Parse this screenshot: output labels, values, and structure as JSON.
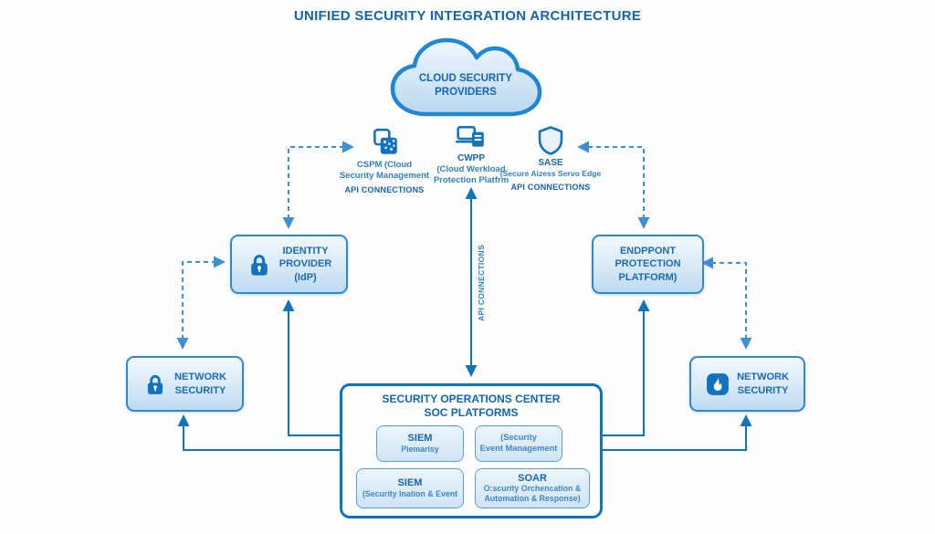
{
  "title": "UNIFIED SECURITY INTEGRATION ARCHITECTURE",
  "cloud": {
    "label": "CLOUD SECURITY\nPROVIDERS"
  },
  "providers": {
    "cspm": {
      "line1": "CSPM (Cloud",
      "line2": "Security Management",
      "api_label": "API CONNECTIONS"
    },
    "cwpp": {
      "title": "CWPP",
      "line1": "(Cloud Werkload",
      "line2": "Protection Platfrm"
    },
    "sase": {
      "title": "SASE",
      "line1": "(Secure Aizess Servo Edge",
      "api_label": "API CONNECTIONS"
    }
  },
  "api_vertical_label": "API CONNECTIONS",
  "nodes": {
    "idp": {
      "label": "IDENTITY\nPROVIDER\n(IdP)"
    },
    "epp": {
      "label": "ENDPPONT\nPROTECTION\nPLATFORM)"
    },
    "network_left": {
      "label": "NETWORK\nSECURITY"
    },
    "network_right": {
      "label": "NETWORK\nSECURITY"
    }
  },
  "soc": {
    "title": "SECURITY OPERATIONS CENTER\nSOC PLATFORMS",
    "siem_top": {
      "title": "SIEM",
      "subtitle": "Piemarisy"
    },
    "event_mgmt": {
      "label": "(Security\nEvent Management"
    },
    "siem_bottom": {
      "title": "SIEM",
      "subtitle": "(Security Ination & Event"
    },
    "soar": {
      "title": "SOAR",
      "subtitle": "O:scurity Orchencation &\nAutomation & Response)"
    }
  },
  "colors": {
    "primary_line": "#1173bd",
    "dashed_line": "#3f8fd2",
    "box_border": "#3387cd",
    "heading_text": "#1565b3",
    "body_text": "#2f80c3",
    "box_fill_top": "#f1f8fd",
    "box_fill_bottom": "#bedaf1"
  }
}
